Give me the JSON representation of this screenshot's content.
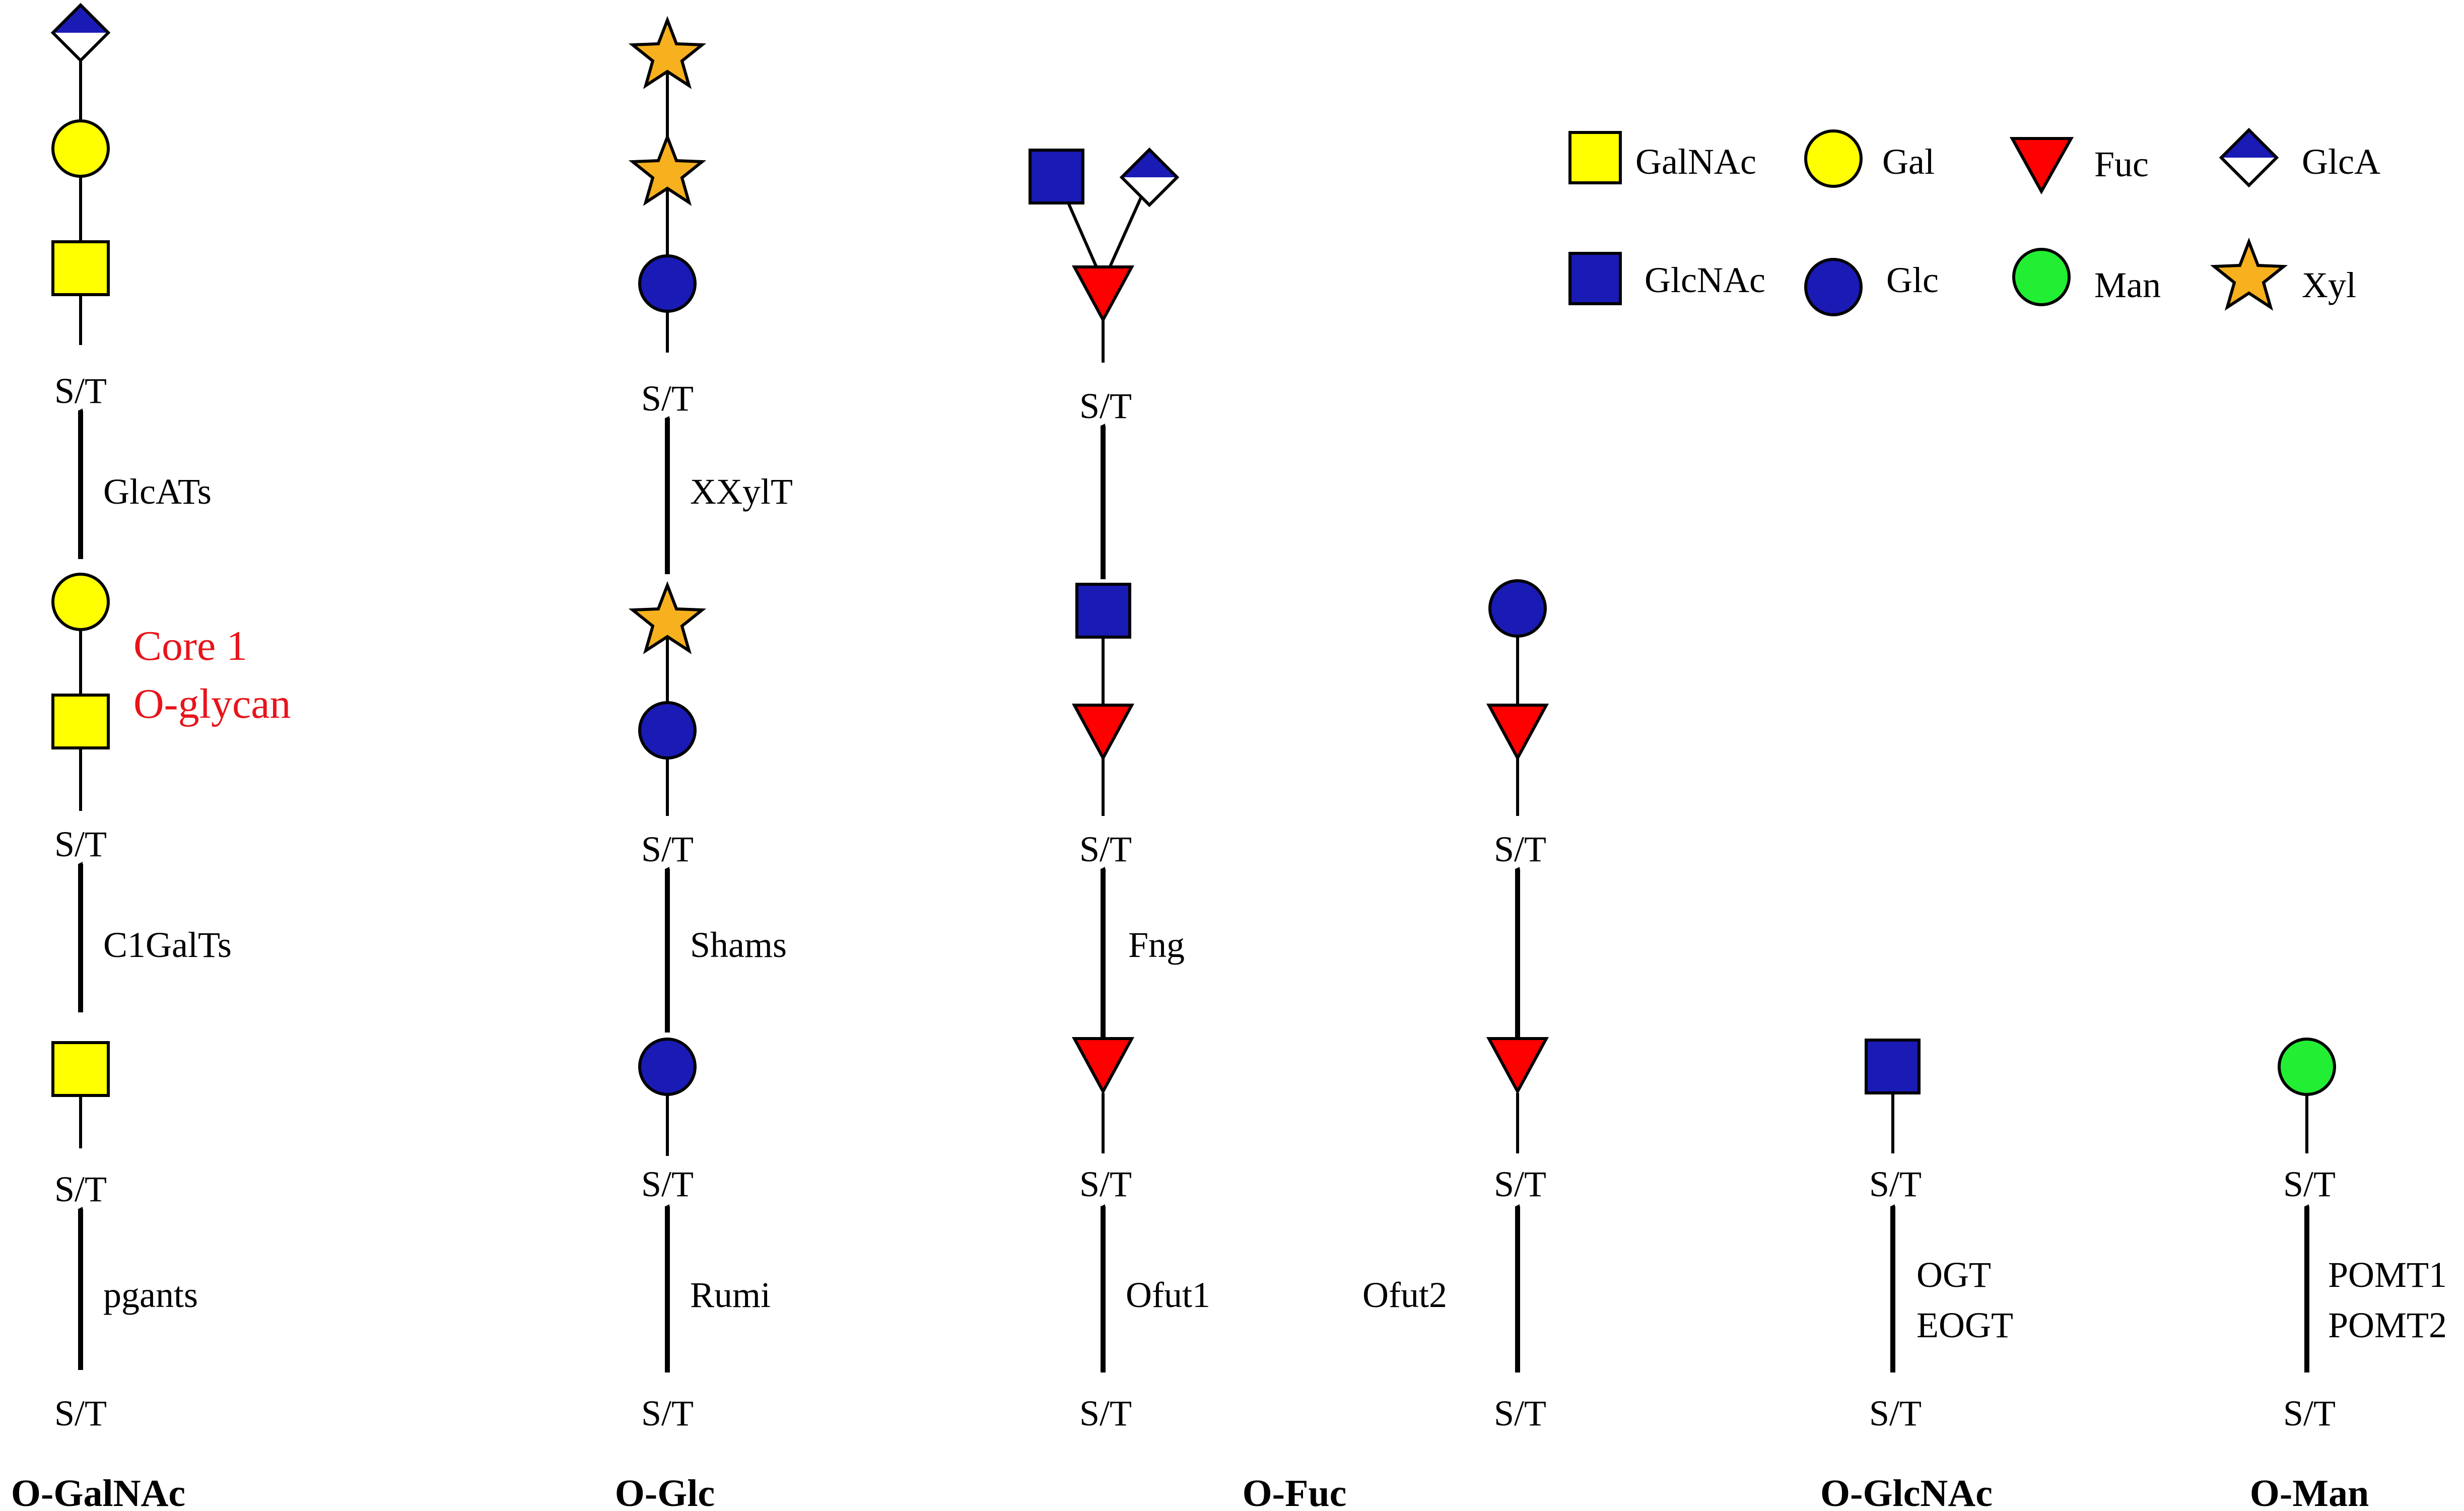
{
  "colors": {
    "gal": "#ffff00",
    "galnac": "#ffff00",
    "glc": "#1a1ab4",
    "glcnac": "#1a1ab4",
    "fuc": "#ff0000",
    "man": "#22ee33",
    "xyl": "#f7b01e",
    "glca_top": "#1a1ab4",
    "annotation": "#e8141b"
  },
  "legend": [
    {
      "symbol": "square-yellow",
      "label": "GalNAc"
    },
    {
      "symbol": "circle-yellow",
      "label": "Gal"
    },
    {
      "symbol": "triangle-red",
      "label": "Fuc"
    },
    {
      "symbol": "diamond-half",
      "label": "GlcA"
    },
    {
      "symbol": "square-blue",
      "label": "GlcNAc"
    },
    {
      "symbol": "circle-blue",
      "label": "Glc"
    },
    {
      "symbol": "circle-green",
      "label": "Man"
    },
    {
      "symbol": "star-orange",
      "label": "Xyl"
    }
  ],
  "site_label": "S/T",
  "annotation": {
    "line1": "Core 1",
    "line2": "O-glycan"
  },
  "enzymes": {
    "pgants": "pgants",
    "c1galts": "C1GalTs",
    "glcats": "GlcATs",
    "rumi": "Rumi",
    "shams": "Shams",
    "xxylt": "XXylT",
    "ofut1": "Ofut1",
    "fng": "Fng",
    "ofut2": "Ofut2",
    "ogt": "OGT",
    "eogt": "EOGT",
    "pomt1": "POMT1",
    "pomt2": "POMT2"
  },
  "column_titles": {
    "ogalnac": "O-GalNAc",
    "oglc": "O-Glc",
    "ofuc": "O-Fuc",
    "oglcnac": "O-GlcNAc",
    "oman": "O-Man"
  }
}
